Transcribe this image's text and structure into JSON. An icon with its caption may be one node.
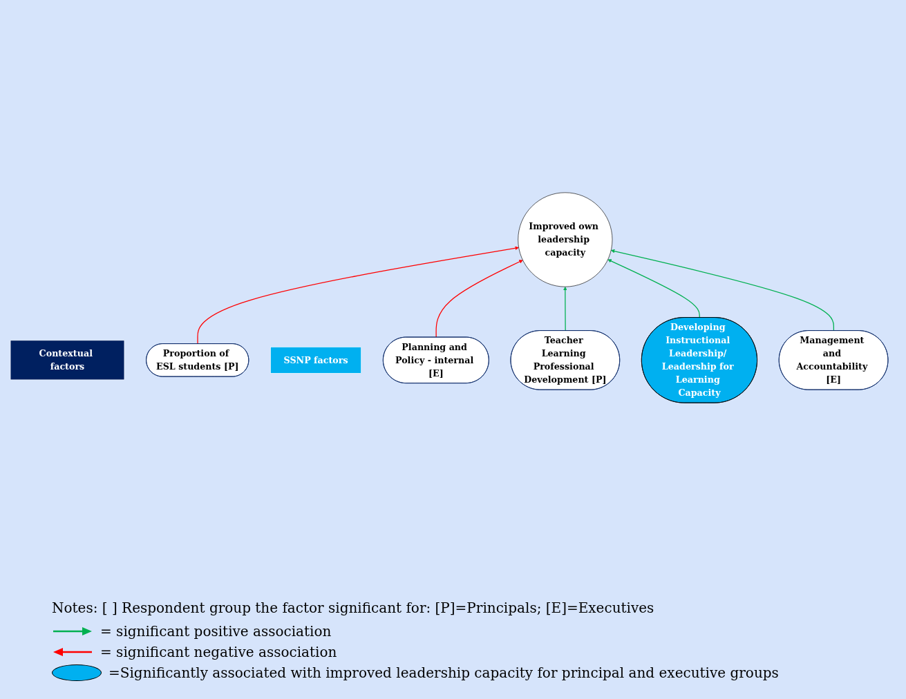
{
  "diagram": {
    "nodes": [
      {
        "text": [
          "Contextual factors"
        ]
      },
      {
        "text": [
          "Proportion of ESL students [P]"
        ]
      },
      {
        "text": [
          "SSNP factors"
        ]
      },
      {
        "text": [
          "Improved own leadership capacity"
        ]
      },
      {
        "text": [
          "Planning and Policy - internal [E]"
        ]
      },
      {
        "text": [
          "Teacher Learning Professional Development [P]"
        ]
      },
      {
        "text": [
          "Management and Accountability [E]"
        ]
      },
      {
        "text": [
          "Developing Instructional Leadership/ Leadership for Learning Capacity"
        ]
      }
    ],
    "edges": [
      {
        "from": 1,
        "to": 3,
        "arrow": "to",
        "color": "#ff0000"
      },
      {
        "from": 4,
        "to": 3,
        "arrow": "to",
        "color": "#ff0000"
      },
      {
        "from": 5,
        "to": 3,
        "arrow": "to"
      },
      {
        "from": 7,
        "to": 3,
        "arrow": "to"
      },
      {
        "from": 6,
        "to": 3,
        "arrow": "to"
      }
    ],
    "labels": [
      "Notes: [ ] Respondent group the factor significant for: [P]=Principals; [E]=Executives"
    ],
    "legend": [
      {
        "text": "= significant positive association"
      },
      {
        "text": "= significant negative association"
      },
      {
        "text": "=Significantly associated with improved leadership capacity for principal and executive groups",
        "color": "#00b0f0"
      }
    ]
  }
}
